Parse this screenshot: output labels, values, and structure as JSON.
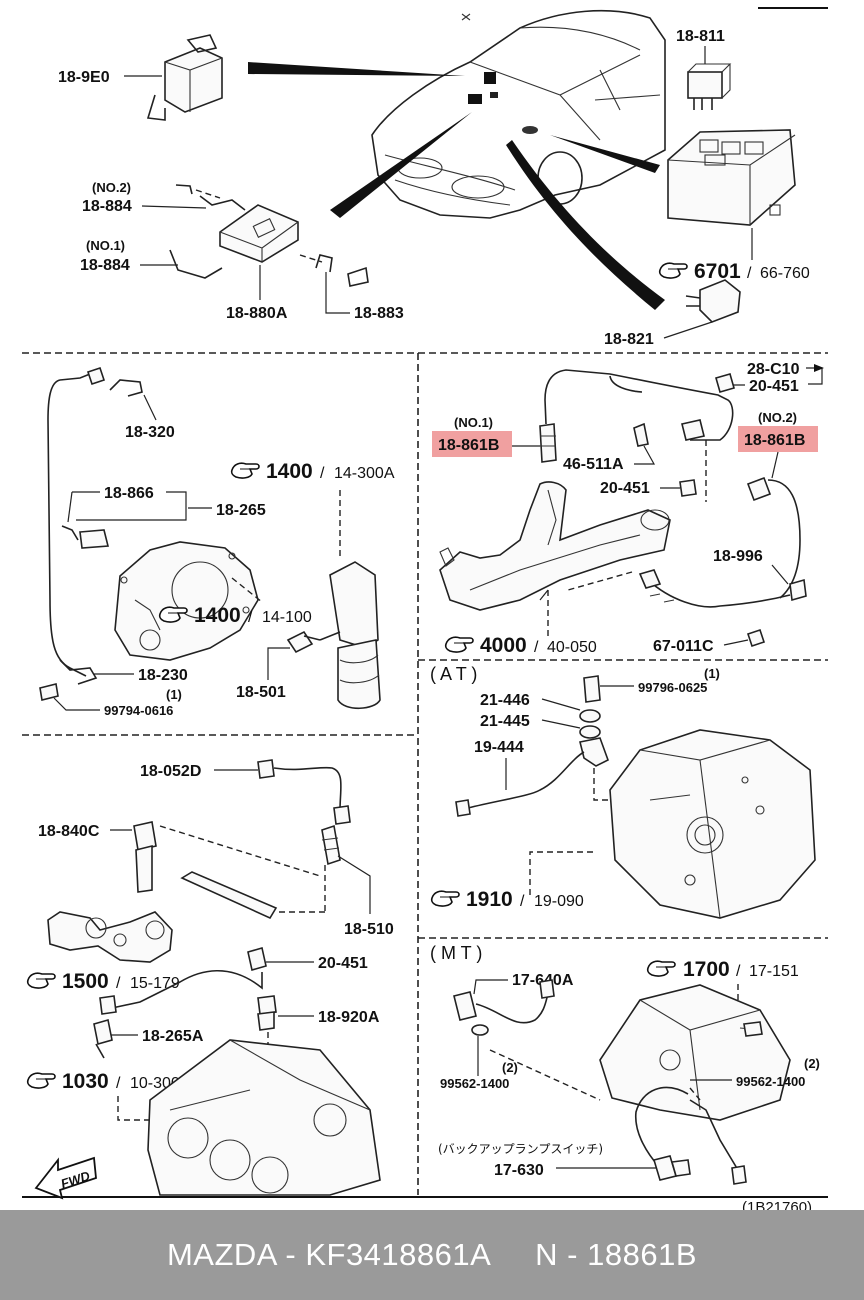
{
  "top": {
    "labels": {
      "p_9e0": "18-9E0",
      "p_811": "18-811",
      "no2": "(NO.2)",
      "p_884_no2": "18-884",
      "no1": "(NO.1)",
      "p_884_no1": "18-884",
      "p_880a": "18-880A",
      "p_883": "18-883",
      "p_821": "18-821"
    },
    "ref_6701": {
      "num": "6701",
      "sub": "66-760"
    }
  },
  "left_upper": {
    "labels": {
      "p_320": "18-320",
      "p_866": "18-866",
      "p_265": "18-265",
      "p_230": "18-230",
      "qty": "(1)",
      "p_99794": "99794-0616",
      "p_501": "18-501"
    },
    "ref_1400a": {
      "num": "1400",
      "sub": "14-300A"
    },
    "ref_1400b": {
      "num": "1400",
      "sub": "14-100"
    }
  },
  "right_upper": {
    "labels": {
      "p_28c10": "28-C10",
      "p_20451_top": "20-451",
      "no1": "(NO.1)",
      "no2": "(NO.2)",
      "p_861b_1": "18-861B",
      "p_861b_2": "18-861B",
      "p_46511a": "46-511A",
      "p_20451": "20-451",
      "p_996": "18-996",
      "p_67011c": "67-011C"
    },
    "ref_4000": {
      "num": "4000",
      "sub": "40-050"
    },
    "highlight_color": "#f0a0a0"
  },
  "left_lower": {
    "labels": {
      "p_052d": "18-052D",
      "p_840c": "18-840C",
      "p_510": "18-510",
      "p_20451": "20-451",
      "p_920a": "18-920A",
      "p_265a": "18-265A",
      "fwd": "FWD"
    },
    "ref_1500": {
      "num": "1500",
      "sub": "15-179"
    },
    "ref_1030": {
      "num": "1030",
      "sub": "10-300"
    }
  },
  "right_at": {
    "section": "( A T )",
    "labels": {
      "qty": "(1)",
      "p_99796": "99796-0625",
      "p_21446": "21-446",
      "p_21445": "21-445",
      "p_19444": "19-444"
    },
    "ref_1910": {
      "num": "1910",
      "sub": "19-090"
    }
  },
  "right_mt": {
    "section": "( M T )",
    "labels": {
      "p_640a": "17-640A",
      "qty_a": "(2)",
      "p_99562_a": "99562-1400",
      "qty_b": "(2)",
      "p_99562_b": "99562-1400",
      "jp_note": "(バックアップランプスイッチ)",
      "p_630": "17-630",
      "code": "(1B21760)"
    },
    "ref_1700": {
      "num": "1700",
      "sub": "17-151"
    }
  },
  "footer": {
    "brand": "MAZDA",
    "part_number": "KF3418861A",
    "n_label": "N",
    "n_number": "18861B"
  }
}
